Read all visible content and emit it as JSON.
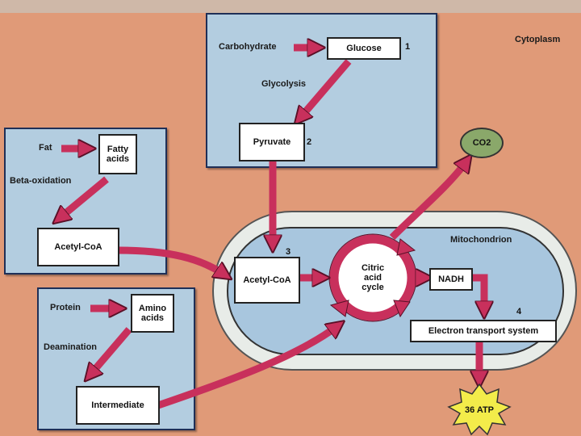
{
  "colors": {
    "background": "#e09a78",
    "panel": "#b3cde0",
    "arrow": "#c8305c",
    "mitochondrion": "#a8c6de",
    "co2": "#8aa86a",
    "atp": "#f3ec4a"
  },
  "labels": {
    "cytoplasm": "Cytoplasm",
    "mitochondrion": "Mitochondrion",
    "glycolysis": "Glycolysis",
    "beta_oxidation": "Beta-oxidation",
    "deamination": "Deamination",
    "carbohydrate": "Carbohydrate",
    "fat": "Fat",
    "protein": "Protein"
  },
  "boxes": {
    "glucose": "Glucose",
    "pyruvate": "Pyruvate",
    "fatty_acids": "Fatty acids",
    "acetyl_coa_fat": "Acetyl-CoA",
    "amino_acids": "Amino acids",
    "intermediate": "Intermediate",
    "acetyl_coa_mito": "Acetyl-CoA",
    "citric_acid_cycle": "Citric acid cycle",
    "nadh": "NADH",
    "electron_transport": "Electron transport system",
    "co2": "CO2",
    "atp": "36 ATP"
  },
  "step_numbers": {
    "one": "1",
    "two": "2",
    "three": "3",
    "four": "4"
  }
}
